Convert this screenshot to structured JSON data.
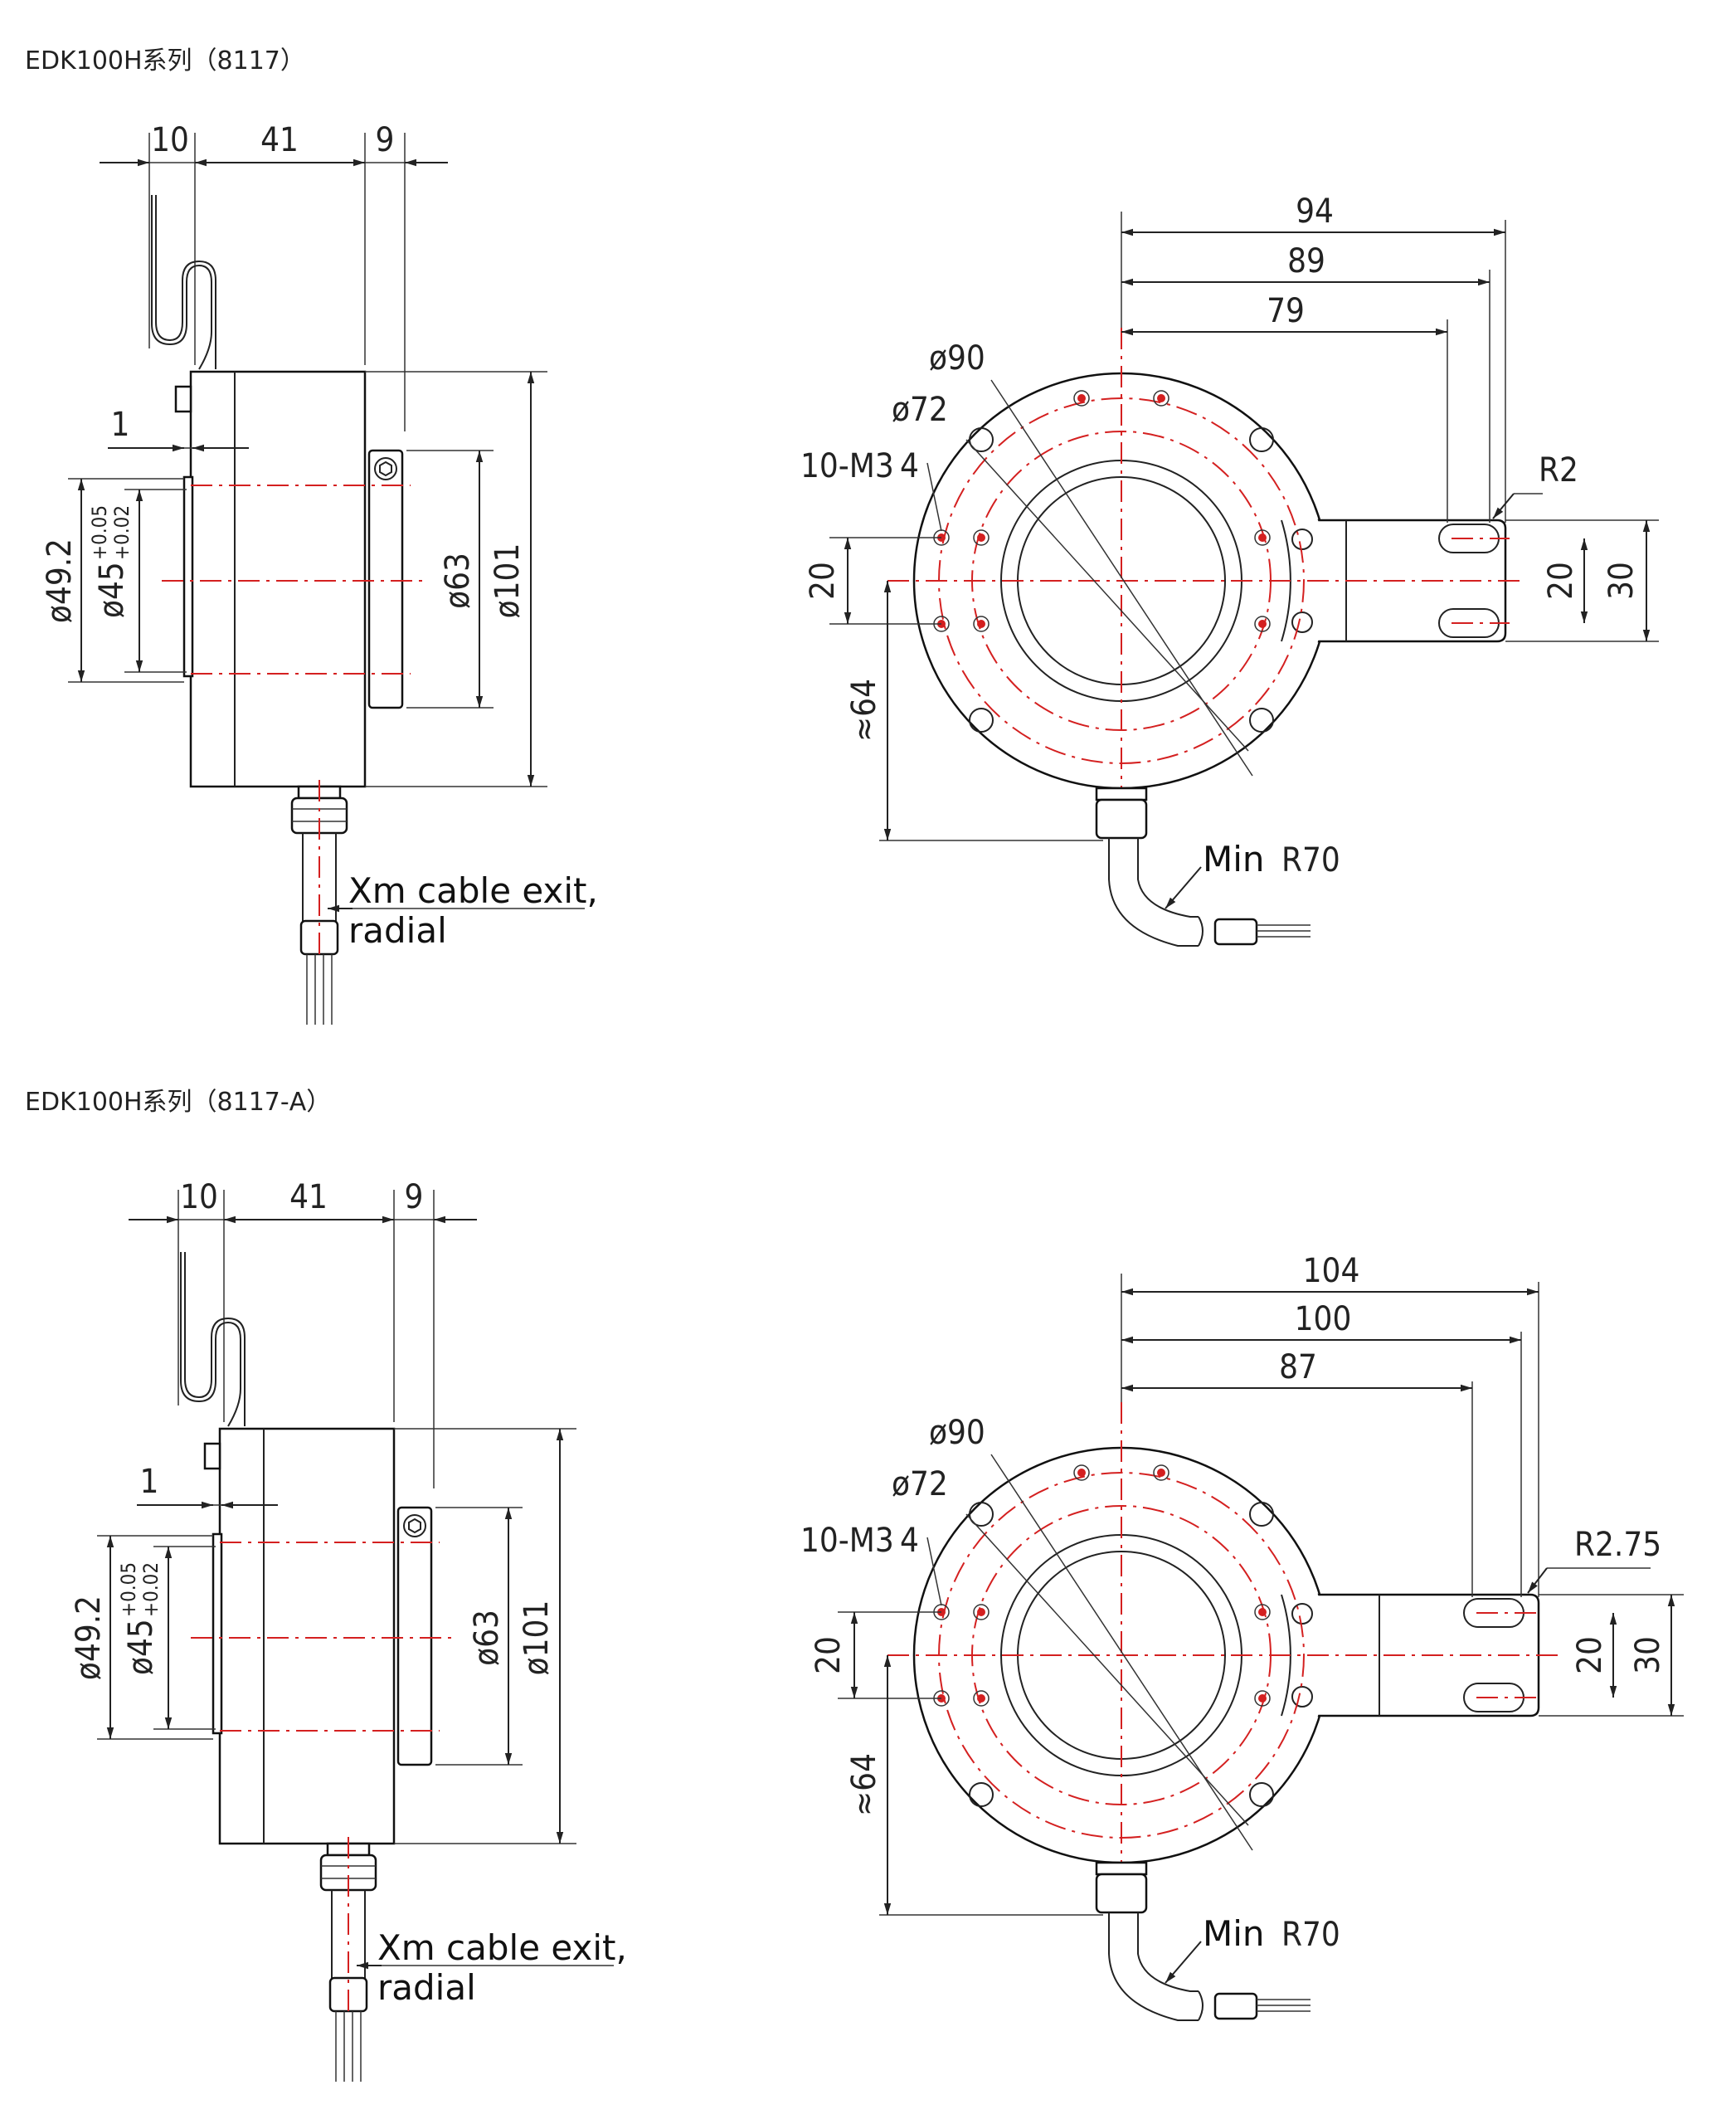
{
  "sections": [
    {
      "title": "EDK100H系列（8117）",
      "side_view": {
        "dims_top": [
          "10",
          "41",
          "9"
        ],
        "dim_gap": "1",
        "dim_d492": "ø49.2",
        "dim_d45": "ø45",
        "dim_d45_tol_upper": "+0.05",
        "dim_d45_tol_lower": "+0.02",
        "dim_d63": "ø63",
        "dim_d101": "ø101",
        "cable_label_line1": "Xm cable exit,",
        "cable_label_line2": "radial"
      },
      "front_view": {
        "dim_94": "94",
        "dim_89": "89",
        "dim_79": "79",
        "dim_d90": "ø90",
        "dim_d72": "ø72",
        "dim_holes": "10-M3",
        "dim_holes_depth": "4",
        "dim_20_left": "20",
        "dim_64": "≈64",
        "dim_radius": "R2",
        "dim_20_right": "20",
        "dim_30": "30",
        "bend_label_prefix": "Min",
        "bend_label_value": "R70"
      }
    },
    {
      "title": "EDK100H系列（8117-A）",
      "side_view": {
        "dims_top": [
          "10",
          "41",
          "9"
        ],
        "dim_gap": "1",
        "dim_d492": "ø49.2",
        "dim_d45": "ø45",
        "dim_d45_tol_upper": "+0.05",
        "dim_d45_tol_lower": "+0.02",
        "dim_d63": "ø63",
        "dim_d101": "ø101",
        "cable_label_line1": "Xm cable exit,",
        "cable_label_line2": "radial"
      },
      "front_view": {
        "dim_94": "104",
        "dim_89": "100",
        "dim_79": "87",
        "dim_d90": "ø90",
        "dim_d72": "ø72",
        "dim_holes": "10-M3",
        "dim_holes_depth": "4",
        "dim_20_left": "20",
        "dim_64": "≈64",
        "dim_radius": "R2.75",
        "dim_20_right": "20",
        "dim_30": "30",
        "bend_label_prefix": "Min",
        "bend_label_value": "R70"
      }
    }
  ]
}
